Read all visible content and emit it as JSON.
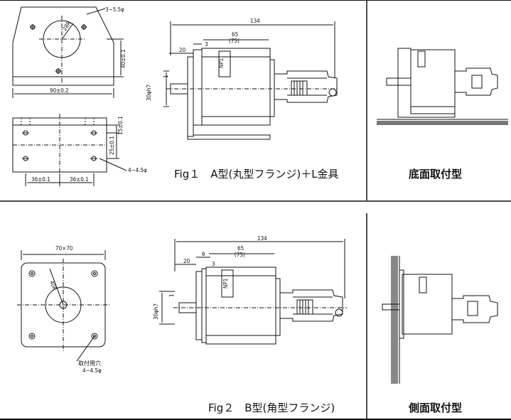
{
  "fig1": {
    "caption": "Fig１　A型(丸型フランジ)＋L金具",
    "side_label": "底面取付型",
    "front_dims": {
      "hole": "3−5.5φ",
      "radius": "28R",
      "height": "40±0.1",
      "width": "90±0.2"
    },
    "bottom_dims": {
      "h15": "15±0.1",
      "h25": "25±0.1",
      "w36a": "36±0.1",
      "w36b": "36±0.1",
      "holes": "4−4.5φ"
    },
    "side_dims": {
      "total": "134",
      "body": "65",
      "body_alt": "(75)",
      "d20": "20",
      "d3": "3",
      "shaft": "30φh7",
      "d1": "1",
      "nameplate": "NP1"
    }
  },
  "fig2": {
    "caption": "Fig２　B型(角型フランジ)",
    "side_label": "側面取付型",
    "front_dims": {
      "square": "70×70",
      "pcd": "40R",
      "hole_note_1": "取付用穴",
      "hole_note_2": "4−4.5φ"
    },
    "side_dims": {
      "total": "134",
      "body": "65",
      "body_alt": "(75)",
      "d20": "20",
      "d6": "6",
      "d3": "3",
      "shaft": "30φh7",
      "d1": "1",
      "nameplate": "NP1"
    }
  }
}
